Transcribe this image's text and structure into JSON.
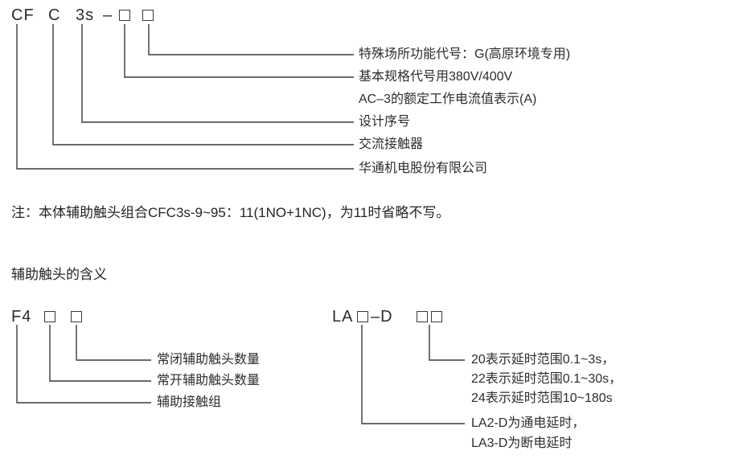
{
  "top_diagram": {
    "code": {
      "company_code": "CF",
      "type_code": "C",
      "design_code": "3s",
      "dash": "–"
    },
    "labels": {
      "special_function": "特殊场所功能代号：G(高原环境专用)",
      "basic_spec_line1": "基本规格代号用380V/400V",
      "basic_spec_line2": "AC–3的额定工作电流值表示(A)",
      "design_serial": "设计序号",
      "ac_contactor": "交流接触器",
      "company": "华通机电股份有限公司"
    }
  },
  "note": "注：本体辅助触头组合CFC3s-9~95：11(1NO+1NC)，为11时省略不写。",
  "section_title": "辅助触头的含义",
  "aux_contact_diagram": {
    "code": "F4",
    "labels": {
      "nc_quantity": "常闭辅助触头数量",
      "no_quantity": "常开辅助触头数量",
      "contact_group": "辅助接触组"
    }
  },
  "delay_diagram": {
    "code_prefix": "LA",
    "code_suffix": "–D",
    "labels": {
      "delay_range_20": "20表示延时范围0.1~3s，",
      "delay_range_22": "22表示延时范围0.1~30s，",
      "delay_range_24": "24表示延时范围10~180s",
      "on_delay": "LA2-D为通电延时，",
      "off_delay": "LA3-D为断电延时"
    }
  }
}
